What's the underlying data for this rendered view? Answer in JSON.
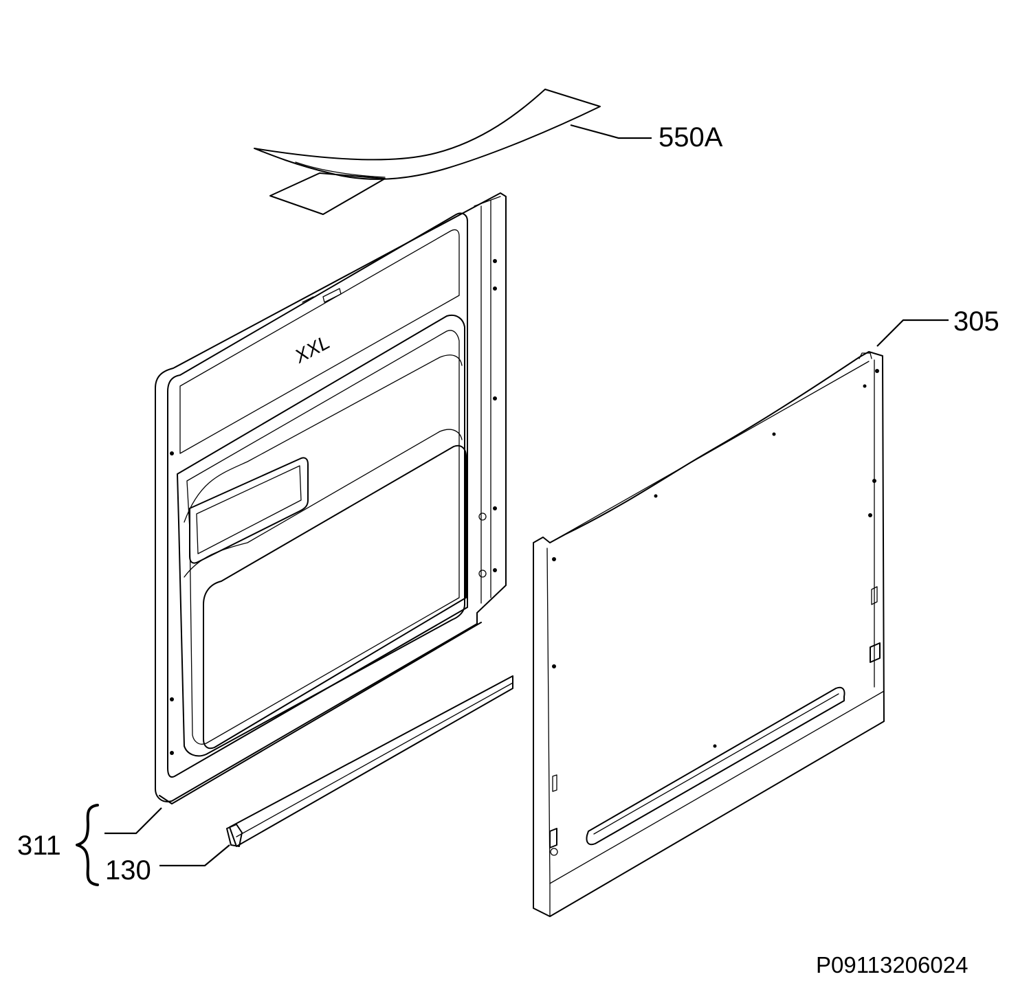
{
  "labels": {
    "p550a": "550A",
    "p305": "305",
    "p311": "311",
    "p130": "130"
  },
  "reference_code": "P09113206024",
  "emblem_text": "XXL"
}
